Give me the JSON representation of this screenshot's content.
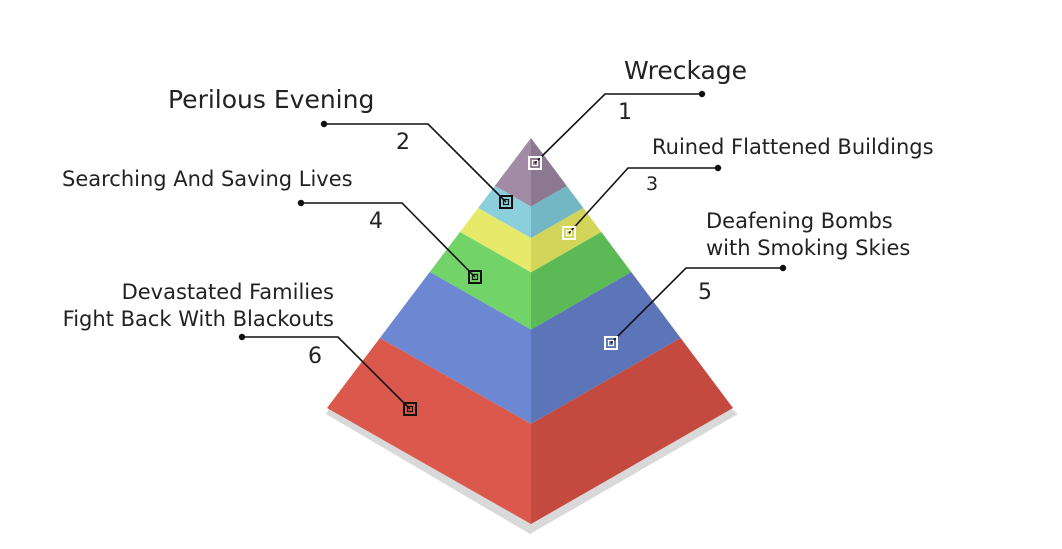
{
  "pyramid": {
    "levels": [
      {
        "number": "1",
        "label_lines": [
          "Wreckage"
        ],
        "color_left": "#A28BA4",
        "color_right": "#8C7891"
      },
      {
        "number": "2",
        "label_lines": [
          "Perilous Evening"
        ],
        "color_left": "#8ACFDB",
        "color_right": "#74B7C4"
      },
      {
        "number": "3",
        "label_lines": [
          "Ruined Flattened Buildings"
        ],
        "color_left": "#E7E96A",
        "color_right": "#D3D45A"
      },
      {
        "number": "4",
        "label_lines": [
          "Searching And Saving Lives"
        ],
        "color_left": "#72D468",
        "color_right": "#5BBA56"
      },
      {
        "number": "5",
        "label_lines": [
          "Deafening Bombs",
          "with  Smoking  Skies"
        ],
        "color_left": "#6C88D2",
        "color_right": "#5C74B8"
      },
      {
        "number": "6",
        "label_lines": [
          "Devastated Families",
          "Fight Back With Blackouts"
        ],
        "color_left": "#DB584C",
        "color_right": "#C44A3F"
      }
    ]
  }
}
